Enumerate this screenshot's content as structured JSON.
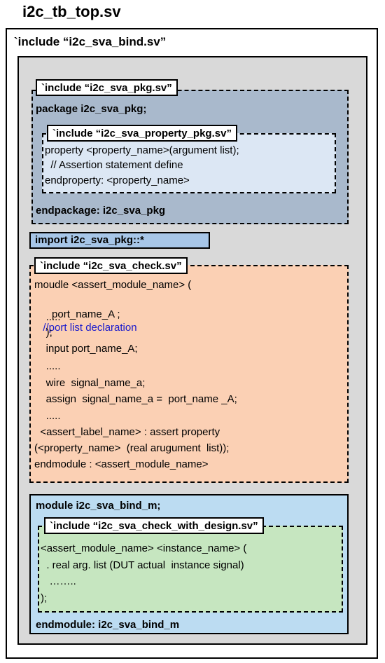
{
  "title": "i2c_tb_top.sv",
  "bind_include": "`include “i2c_sva_bind.sv”",
  "pkg": {
    "include": "`include “i2c_sva_pkg.sv”",
    "open": "package i2c_sva_pkg;",
    "close": "endpackage: i2c_sva_pkg",
    "property_pkg": {
      "include": "`include “i2c_sva_property_pkg.sv”",
      "lines": [
        "property <property_name>(argument  list);",
        "  // Assertion statement define",
        "endproperty: <property_name>"
      ]
    }
  },
  "import": "import i2c_sva_pkg::*",
  "check": {
    "include": "`include “i2c_sva_check.sv”",
    "lines": [
      "moudle <assert_module_name> (",
      "    port_name_A ;",
      "    .....",
      "    );",
      "    input port_name_A;",
      "    .....",
      "    wire  signal_name_a;",
      "    assign  signal_name_a =  port_name _A;",
      "    .....",
      "  <assert_label_name> : assert property",
      "(<property_name>  (real arugument  list));",
      "endmodule : <assert_module_name>"
    ],
    "comment": "//port list declaration"
  },
  "bind_module": {
    "open": "module i2c_sva_bind_m;",
    "close": "endmodule: i2c_sva_bind_m",
    "design": {
      "include": "`include “i2c_sva_check_with_design.sv”",
      "lines": [
        "<assert_module_name> <instance_name> (",
        "  . real arg. list (DUT actual  instance signal)",
        "   ……..",
        ");"
      ]
    }
  }
}
